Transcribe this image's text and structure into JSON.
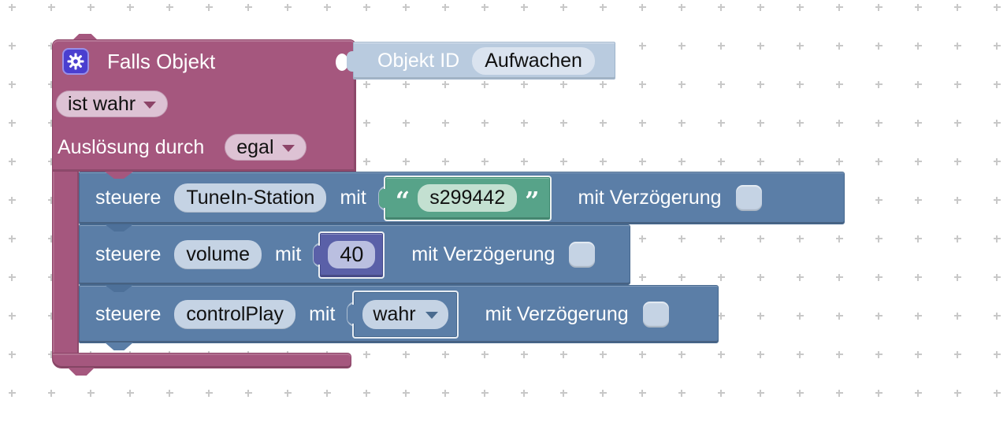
{
  "if_block": {
    "title": "Falls Objekt",
    "state_dropdown": "ist wahr",
    "trigger_label": "Auslösung durch",
    "trigger_dropdown": "egal"
  },
  "object_block": {
    "label": "Objekt ID",
    "value": "Aufwachen"
  },
  "command_blocks": [
    {
      "verb": "steuere",
      "item": "TuneIn-Station",
      "with_label": "mit",
      "value": "s299442",
      "value_kind": "string",
      "quote_open": "“",
      "quote_close": "”",
      "delay_label": "mit Verzögerung",
      "delay_checked": false
    },
    {
      "verb": "steuere",
      "item": "volume",
      "with_label": "mit",
      "value": "40",
      "value_kind": "number",
      "delay_label": "mit Verzögerung",
      "delay_checked": false
    },
    {
      "verb": "steuere",
      "item": "controlPlay",
      "with_label": "mit",
      "value": "wahr",
      "value_kind": "boolean-dropdown",
      "delay_label": "mit Verzögerung",
      "delay_checked": false
    }
  ],
  "icons": {
    "gear": "gear-icon",
    "dropdown_arrow": "chevron-down-icon",
    "grid_marker": "plus-cross"
  },
  "colors": {
    "if_block": "#a5577e",
    "command_block": "#5b7ea7",
    "string_block": "#57a389",
    "number_block": "#5a60a8",
    "object_block": "#b9cbdf",
    "field_light": "#c5d3e4"
  }
}
